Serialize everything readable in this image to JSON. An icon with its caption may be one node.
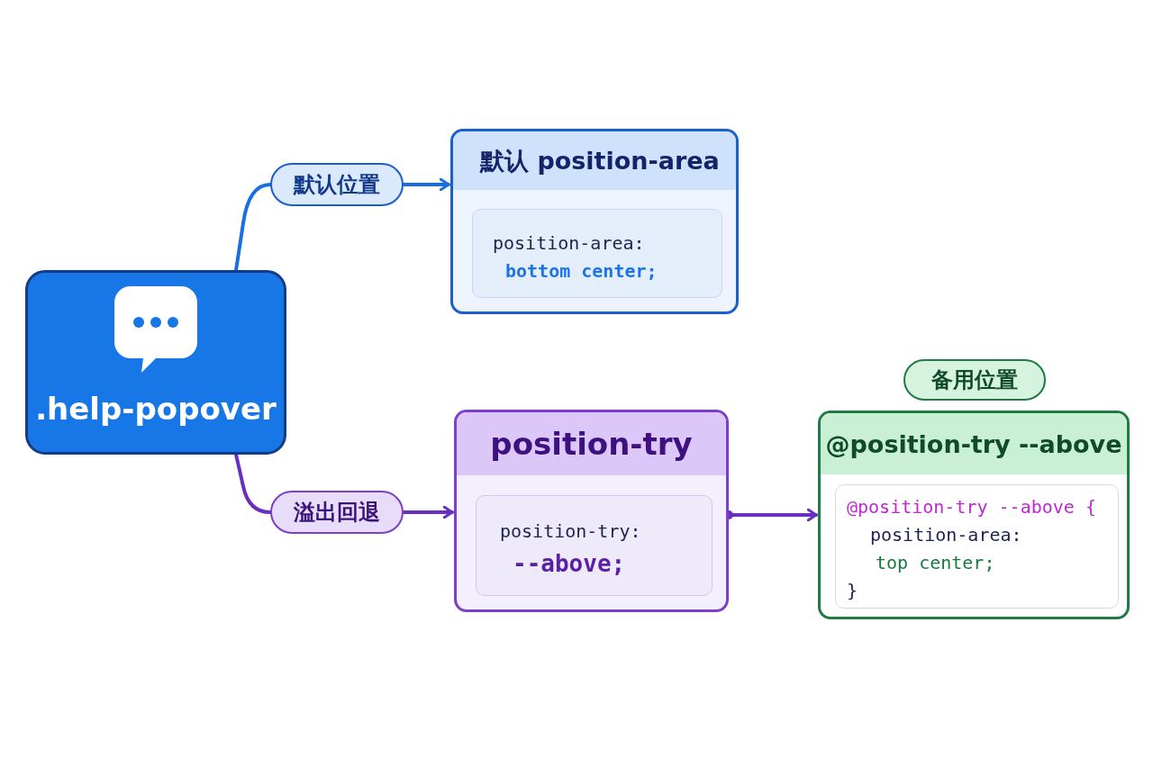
{
  "diagram": {
    "nodes": [
      {
        "text": [
          ".help-popover"
        ]
      },
      {
        "text": [
          "默认位置"
        ]
      },
      {
        "text": [
          "默认 position-area"
        ]
      },
      {
        "text": [
          "position-area:",
          "bottom center;"
        ],
        "in": 2
      },
      {
        "text": [
          "溢出回退"
        ]
      },
      {
        "text": [
          "position-try"
        ]
      },
      {
        "text": [
          "position-try:",
          "--above;"
        ],
        "in": 5
      },
      {
        "text": [
          "备用位置"
        ]
      },
      {
        "text": [
          "@position-try --above"
        ]
      },
      {
        "text": [
          "@position-try --above {",
          "position-area:",
          "top center;",
          "}"
        ],
        "in": 8
      }
    ],
    "edges": [
      {
        "from": 0,
        "to": 1,
        "arrow": "none",
        "color": "#1a6fe0"
      },
      {
        "from": 1,
        "to": 2,
        "arrow": "to",
        "color": "#1a6fe0"
      },
      {
        "from": 0,
        "to": 4,
        "arrow": "none"
      },
      {
        "from": 4,
        "to": 5,
        "arrow": "to"
      },
      {
        "from": 5,
        "to": 8,
        "arrow": "to"
      }
    ]
  }
}
